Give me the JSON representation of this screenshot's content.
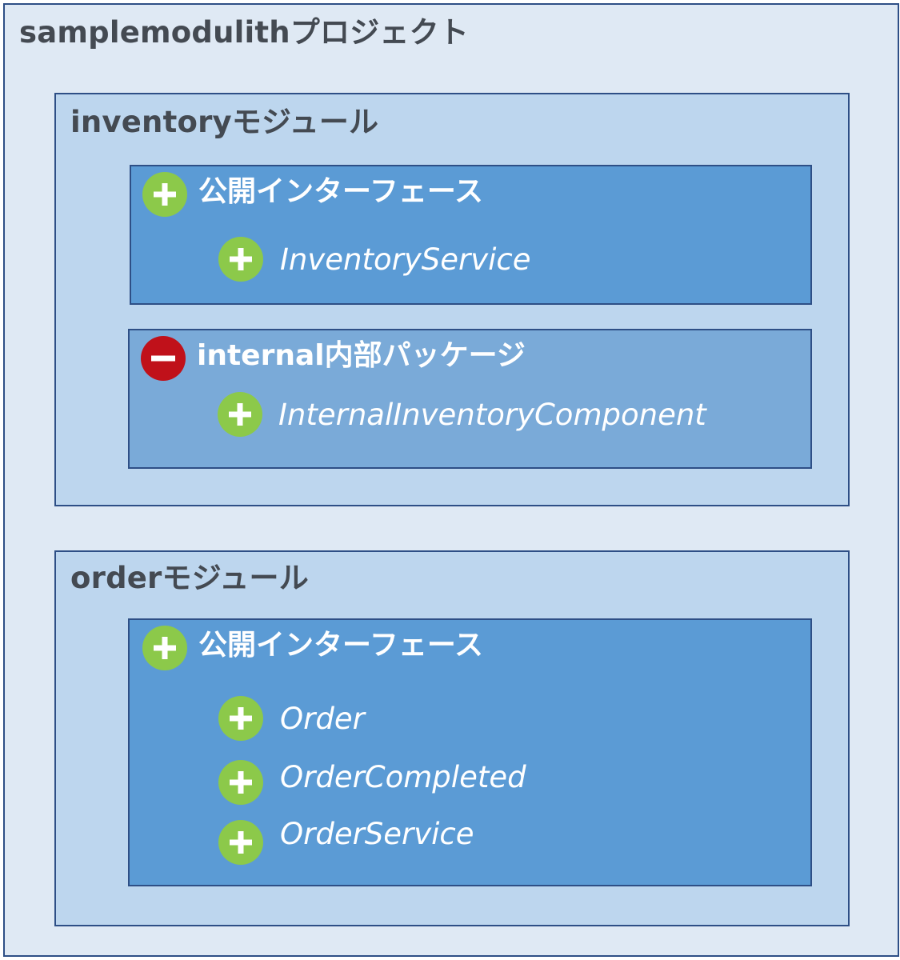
{
  "project": {
    "title": "samplemodulithプロジェクト"
  },
  "modules": {
    "inventory": {
      "title": "inventoryモジュール",
      "public_package": {
        "title": "公開インターフェース",
        "icon": "plus-icon",
        "classes": [
          {
            "name": "InventoryService",
            "icon": "plus-icon"
          }
        ]
      },
      "internal_package": {
        "title": "internal内部パッケージ",
        "icon": "minus-icon",
        "classes": [
          {
            "name": "InternalInventoryComponent",
            "icon": "plus-icon"
          }
        ]
      }
    },
    "order": {
      "title": "orderモジュール",
      "public_package": {
        "title": "公開インターフェース",
        "icon": "plus-icon",
        "classes": [
          {
            "name": "Order",
            "icon": "plus-icon"
          },
          {
            "name": "OrderCompleted",
            "icon": "plus-icon"
          },
          {
            "name": "OrderService",
            "icon": "plus-icon"
          }
        ]
      }
    }
  },
  "colors": {
    "project_bg": "#dfe9f4",
    "module_bg": "#bdd6ee",
    "public_package_bg": "#5b9bd5",
    "internal_package_bg": "#7aaad8",
    "border": "#2e4f86",
    "plus_icon": "#8cc94a",
    "minus_icon": "#c0111a"
  }
}
